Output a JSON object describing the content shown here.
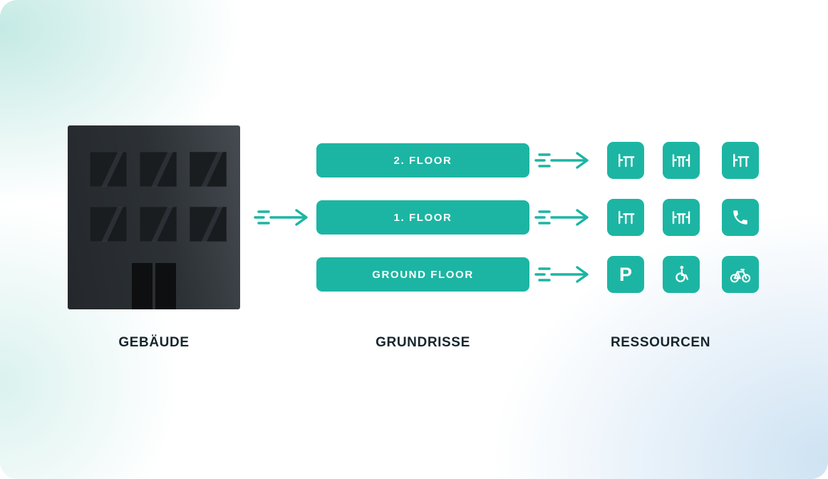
{
  "labels": {
    "building": "GEBÄUDE",
    "floorplans": "GRUNDRISSE",
    "resources": "RESSOURCEN"
  },
  "floors": [
    {
      "label": "2. FLOOR",
      "resources": [
        "desk-icon",
        "meeting-table-icon",
        "desk-icon"
      ]
    },
    {
      "label": "1. FLOOR",
      "resources": [
        "desk-icon",
        "meeting-table-icon",
        "phone-icon"
      ]
    },
    {
      "label": "GROUND FLOOR",
      "resources": [
        "parking-icon",
        "wheelchair-icon",
        "bicycle-icon"
      ]
    }
  ],
  "icons": {
    "parking_letter": "P"
  },
  "colors": {
    "accent": "#1CB5A3",
    "text_dark": "#17262F",
    "building_dark": "#24282C",
    "building_light": "#454B51",
    "window": "#1A1D20",
    "door": "#0D0F11",
    "tint_teal": "#7DD0C4",
    "tint_blue": "#8BBBE2"
  }
}
